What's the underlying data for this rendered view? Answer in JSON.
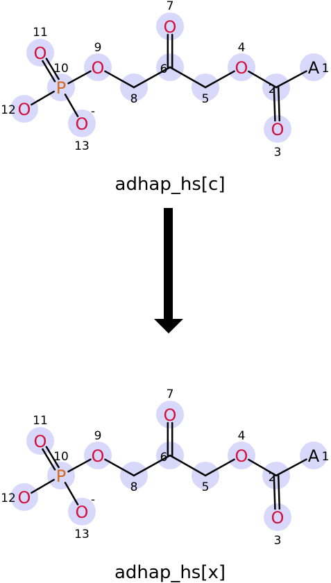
{
  "colors": {
    "atom_highlight": "#d8d8fa",
    "oxygen": "#d0103a",
    "phosphorus": "#d7691e",
    "generic": "#000000",
    "bond": "#000000"
  },
  "reaction": {
    "reactant": {
      "name": "adhap_hs[c]",
      "atoms": [
        {
          "id": 1,
          "element": "A",
          "index": "1",
          "charge": ""
        },
        {
          "id": 2,
          "element": "",
          "index": "2",
          "charge": ""
        },
        {
          "id": 3,
          "element": "O",
          "index": "3",
          "charge": ""
        },
        {
          "id": 4,
          "element": "O",
          "index": "4",
          "charge": ""
        },
        {
          "id": 5,
          "element": "",
          "index": "5",
          "charge": ""
        },
        {
          "id": 6,
          "element": "",
          "index": "6",
          "charge": ""
        },
        {
          "id": 7,
          "element": "O",
          "index": "7",
          "charge": ""
        },
        {
          "id": 8,
          "element": "",
          "index": "8",
          "charge": ""
        },
        {
          "id": 9,
          "element": "O",
          "index": "9",
          "charge": ""
        },
        {
          "id": 10,
          "element": "P",
          "index": "10",
          "charge": ""
        },
        {
          "id": 11,
          "element": "O",
          "index": "11",
          "charge": ""
        },
        {
          "id": 12,
          "element": "O",
          "index": "12",
          "charge": "-"
        },
        {
          "id": 13,
          "element": "O",
          "index": "13",
          "charge": "-"
        }
      ],
      "bonds": [
        {
          "from": 1,
          "to": 2,
          "order": 1
        },
        {
          "from": 2,
          "to": 3,
          "order": 2
        },
        {
          "from": 2,
          "to": 4,
          "order": 1
        },
        {
          "from": 4,
          "to": 5,
          "order": 1
        },
        {
          "from": 5,
          "to": 6,
          "order": 1
        },
        {
          "from": 6,
          "to": 7,
          "order": 2
        },
        {
          "from": 6,
          "to": 8,
          "order": 1
        },
        {
          "from": 8,
          "to": 9,
          "order": 1
        },
        {
          "from": 9,
          "to": 10,
          "order": 1
        },
        {
          "from": 10,
          "to": 11,
          "order": 2
        },
        {
          "from": 10,
          "to": 12,
          "order": 1
        },
        {
          "from": 10,
          "to": 13,
          "order": 1
        }
      ]
    },
    "product": {
      "name": "adhap_hs[x]",
      "atoms": [
        {
          "id": 1,
          "element": "A",
          "index": "1",
          "charge": ""
        },
        {
          "id": 2,
          "element": "",
          "index": "2",
          "charge": ""
        },
        {
          "id": 3,
          "element": "O",
          "index": "3",
          "charge": ""
        },
        {
          "id": 4,
          "element": "O",
          "index": "4",
          "charge": ""
        },
        {
          "id": 5,
          "element": "",
          "index": "5",
          "charge": ""
        },
        {
          "id": 6,
          "element": "",
          "index": "6",
          "charge": ""
        },
        {
          "id": 7,
          "element": "O",
          "index": "7",
          "charge": ""
        },
        {
          "id": 8,
          "element": "",
          "index": "8",
          "charge": ""
        },
        {
          "id": 9,
          "element": "O",
          "index": "9",
          "charge": ""
        },
        {
          "id": 10,
          "element": "P",
          "index": "10",
          "charge": ""
        },
        {
          "id": 11,
          "element": "O",
          "index": "11",
          "charge": ""
        },
        {
          "id": 12,
          "element": "O",
          "index": "12",
          "charge": "-"
        },
        {
          "id": 13,
          "element": "O",
          "index": "13",
          "charge": "-"
        }
      ],
      "bonds": [
        {
          "from": 1,
          "to": 2,
          "order": 1
        },
        {
          "from": 2,
          "to": 3,
          "order": 2
        },
        {
          "from": 2,
          "to": 4,
          "order": 1
        },
        {
          "from": 4,
          "to": 5,
          "order": 1
        },
        {
          "from": 5,
          "to": 6,
          "order": 1
        },
        {
          "from": 6,
          "to": 7,
          "order": 2
        },
        {
          "from": 6,
          "to": 8,
          "order": 1
        },
        {
          "from": 8,
          "to": 9,
          "order": 1
        },
        {
          "from": 9,
          "to": 10,
          "order": 1
        },
        {
          "from": 10,
          "to": 11,
          "order": 2
        },
        {
          "from": 10,
          "to": 12,
          "order": 1
        },
        {
          "from": 10,
          "to": 13,
          "order": 1
        }
      ]
    },
    "arrow_icon": "down-arrow-icon"
  }
}
